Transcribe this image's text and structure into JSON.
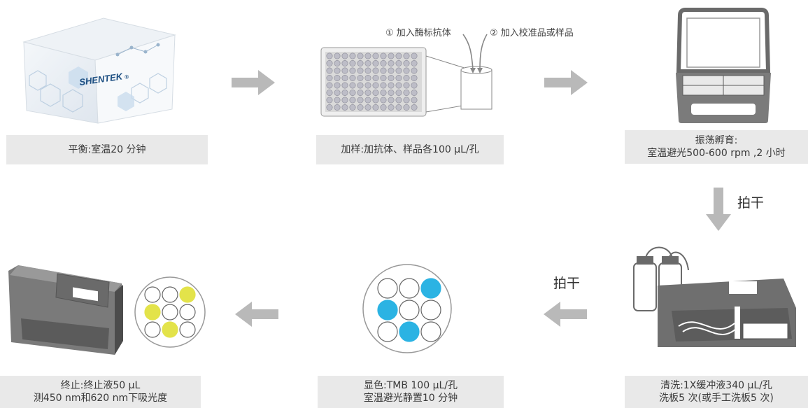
{
  "product": {
    "brand": "SHENTEK",
    "reg": "®"
  },
  "annotations": {
    "add_antibody": "① 加入酶标抗体",
    "add_sample": "② 加入校准品或样品"
  },
  "flow_labels": {
    "pat_dry_1": "拍干",
    "pat_dry_2": "拍干"
  },
  "steps": [
    {
      "lines": [
        "平衡:室温20 分钟"
      ]
    },
    {
      "lines": [
        "加样:加抗体、样品各100 μL/孔"
      ]
    },
    {
      "lines": [
        "振荡孵育:",
        "室温避光500-600 rpm ,2 小时"
      ]
    },
    {
      "lines": [
        "清洗:1X缓冲液340 μL/孔",
        "洗板5 次(或手工洗板5 次)"
      ]
    },
    {
      "lines": [
        "显色:TMB 100 μL/孔",
        "室温避光静置10 分钟"
      ]
    },
    {
      "lines": [
        "终止:终止液50 μL",
        "测450 nm和620 nm下吸光度"
      ]
    }
  ],
  "colors": {
    "caption_bg": "#e9e9e9",
    "arrow": "#b9b9b9",
    "tmb_blue": "#2bb3e3",
    "stop_yellow": "#e3e34a",
    "device_gray": "#7a7a7a"
  },
  "icons": [
    "kit-box-icon",
    "microplate-icon",
    "shaker-icon",
    "plate-washer-icon",
    "tmb-wells-icon",
    "reader-icon",
    "stop-wells-icon"
  ]
}
